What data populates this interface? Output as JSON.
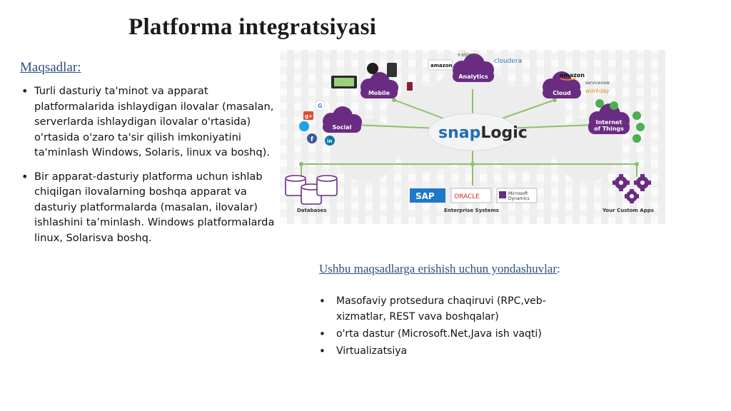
{
  "slide": {
    "title": "Platforma integratsiyasi",
    "goals": {
      "heading": "Maqsadlar:",
      "items": [
        "Turli dasturiy ta'minot va apparat platformalarida ishlaydigan ilovalar (masalan, serverlarda ishlaydigan ilovalar o'rtasida) o'rtasida o'zaro ta'sir qilish imkoniyatini ta'minlash Windows, Solaris, linux va boshq).",
        "Bir apparat-dasturiy platforma uchun ishlab chiqilgan ilovalarning boshqa apparat va dasturiy platformalarda (masalan, ilovalar) ishlashini ta’minlash. Windows platformalarda linux, Solarisva boshq."
      ]
    },
    "approaches": {
      "heading": "Ushbu maqsadlarga erishish uchun yondashuvlar",
      "heading_suffix": ":",
      "items": [
        "Masofaviy protsedura chaqiruvi (RPC,veb-xizmatlar, REST vava boshqalar)",
        "o'rta dastur (Microsoft.Net,Java ish vaqti)",
        "Virtualizatsiya"
      ]
    },
    "diagram": {
      "hub": {
        "prefix": "snap",
        "suffix": "Logic"
      },
      "nodes": {
        "mobile": "Mobile",
        "analytics": "Analytics",
        "cloud": "Cloud",
        "social": "Social",
        "iot_line1": "Internet",
        "iot_line2": "of Things"
      },
      "bottom_labels": {
        "databases": "Databases",
        "enterprise": "Enterprise Systems",
        "custom": "Your Custom Apps"
      },
      "logos": {
        "tableau": "+ableau",
        "cloudera": "cloudera",
        "amazon_top": "amazon",
        "amazon_cloud": "amazon",
        "servicenow": "servicenow",
        "workday": "workday",
        "sap": "SAP",
        "oracle": "ORACLE",
        "microsoft_line1": "Microsoft",
        "microsoft_line2": "Dynamics",
        "gplus": "g+",
        "linkedin": "in",
        "facebook": "f"
      },
      "colors": {
        "cloud": "#6a2c82",
        "snap": "#1f6fb5",
        "logic": "#2a2a2a",
        "connector": "#8fbf6a",
        "sap": "#1f78c8",
        "oracle": "#d52b1e",
        "amazon": "#ff9900"
      },
      "icons": [
        "twitter-icon",
        "facebook-icon",
        "linkedin-icon",
        "google-plus-icon",
        "database-icon",
        "gear-icon",
        "lock-icon",
        "wifi-icon",
        "email-icon",
        "clock-icon",
        "tablet-icon"
      ]
    }
  }
}
